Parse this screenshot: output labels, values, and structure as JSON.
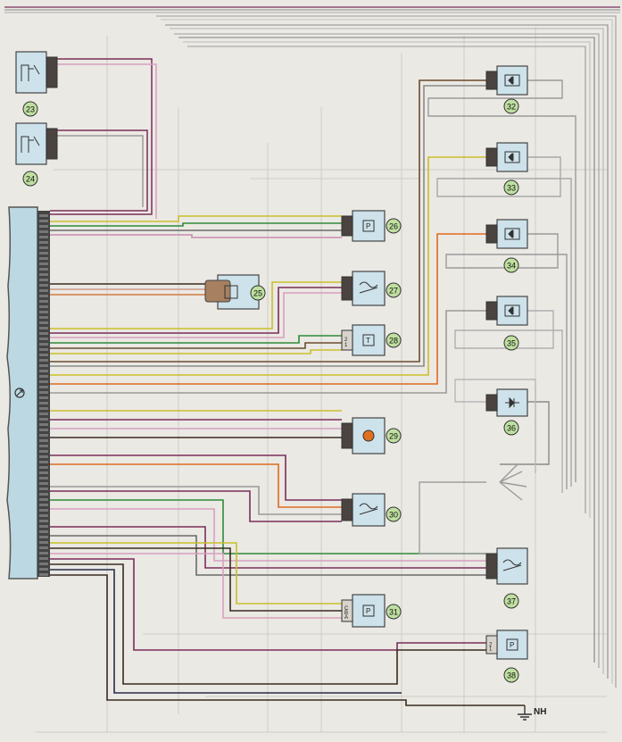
{
  "diagram": {
    "ground_label": "NH",
    "ecu_symbol": "ecu-symbol",
    "components": [
      {
        "number": "23",
        "kind": "relay",
        "pins": [
          "",
          ""
        ]
      },
      {
        "number": "24",
        "kind": "relay",
        "pins": [
          "",
          ""
        ]
      },
      {
        "number": "25",
        "kind": "connector-sensor",
        "pins": [
          "",
          ""
        ]
      },
      {
        "number": "26",
        "kind": "pressure-sensor",
        "pins": [
          "",
          "",
          ""
        ]
      },
      {
        "number": "27",
        "kind": "sensor",
        "pins": [
          "",
          "",
          ""
        ]
      },
      {
        "number": "28",
        "kind": "temperature-sensor",
        "pins": [
          "2",
          "1"
        ]
      },
      {
        "number": "29",
        "kind": "throttle-actuator",
        "pins": [
          "",
          "",
          "",
          ""
        ]
      },
      {
        "number": "30",
        "kind": "sensor",
        "pins": [
          "",
          "",
          "",
          ""
        ]
      },
      {
        "number": "31",
        "kind": "pressure-sensor",
        "pins": [
          "C",
          "B",
          "A"
        ]
      },
      {
        "number": "32",
        "kind": "injector",
        "pins": [
          "",
          ""
        ]
      },
      {
        "number": "33",
        "kind": "injector",
        "pins": [
          "",
          ""
        ]
      },
      {
        "number": "34",
        "kind": "injector",
        "pins": [
          "",
          ""
        ]
      },
      {
        "number": "35",
        "kind": "injector",
        "pins": [
          "",
          ""
        ]
      },
      {
        "number": "36",
        "kind": "diode-valve",
        "pins": [
          "",
          ""
        ]
      },
      {
        "number": "37",
        "kind": "sensor",
        "pins": [
          "",
          "",
          "",
          ""
        ]
      },
      {
        "number": "38",
        "kind": "pressure-switch",
        "pins": [
          "2",
          "1"
        ]
      }
    ]
  }
}
